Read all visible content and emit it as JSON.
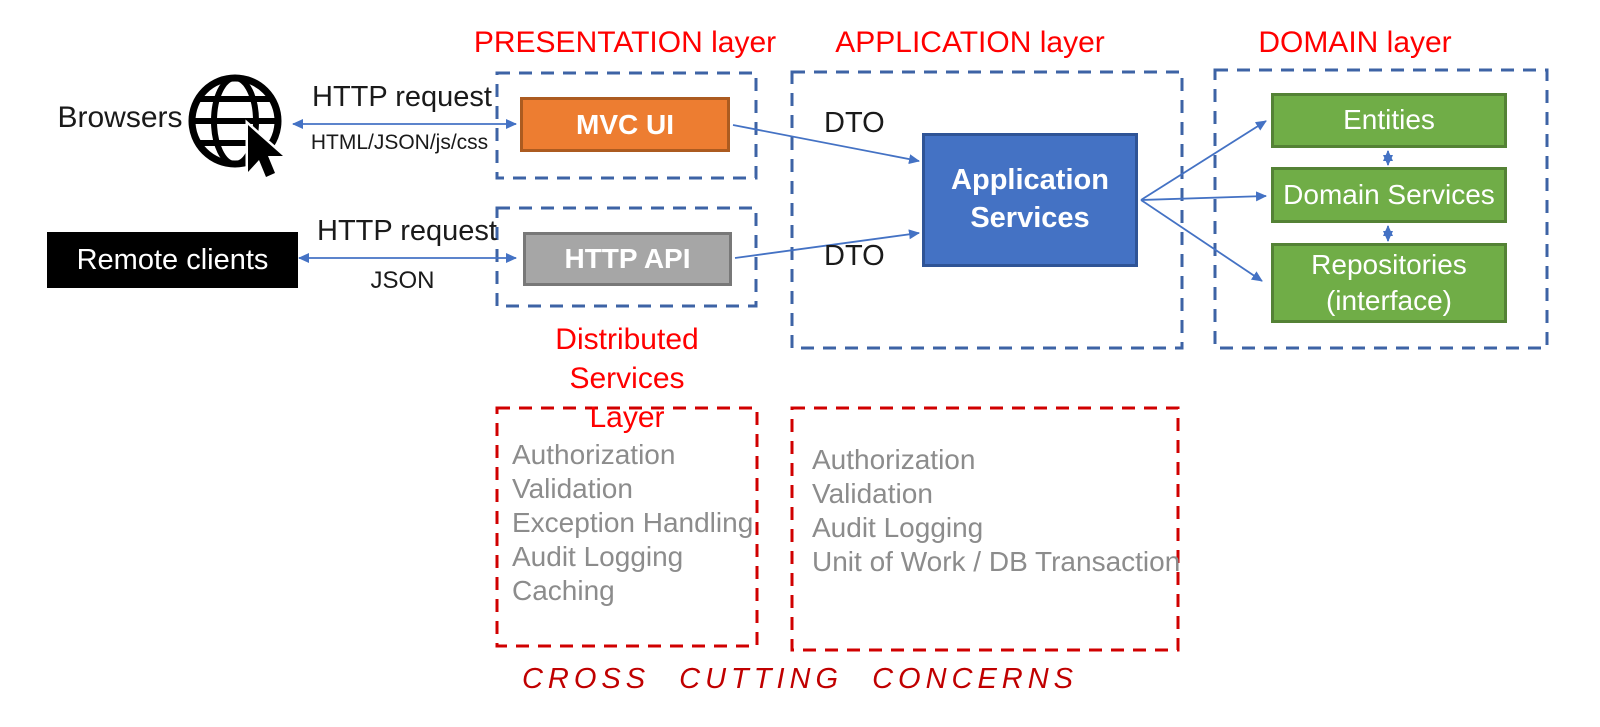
{
  "titles": {
    "presentation": "PRESENTATION layer",
    "application": "APPLICATION layer",
    "domain": "DOMAIN layer",
    "distributed_line1": "Distributed Services",
    "distributed_line2": "Layer",
    "cross_cutting": "CROSS CUTTING CONCERNS"
  },
  "actors": {
    "browsers": "Browsers",
    "remote_clients": "Remote clients"
  },
  "connections": {
    "browsers_request": "HTTP request",
    "browsers_response": "HTML/JSON/js/css",
    "remote_request": "HTTP request",
    "remote_response": "JSON",
    "dto_top": "DTO",
    "dto_bottom": "DTO"
  },
  "components": {
    "mvc_ui": "MVC UI",
    "http_api": "HTTP API",
    "application_services": "Application Services",
    "entities": "Entities",
    "domain_services": "Domain Services",
    "repositories": "Repositories (interface)"
  },
  "cross_cutting_concerns": {
    "distributed_layer": [
      "Authorization",
      "Validation",
      "Exception Handling",
      "Audit Logging",
      "Caching"
    ],
    "application_layer": [
      "Authorization",
      "Validation",
      "Audit Logging",
      "Unit of Work / DB Transaction"
    ]
  },
  "colors": {
    "layer_title_red": "#FF0000",
    "dashed_boundary_blue": "#3D63A5",
    "dashed_boundary_red": "#D00000",
    "arrow_blue": "#4472C4",
    "mvc_orange": "#ED7D31",
    "mvc_orange_border": "#AC5B20",
    "api_gray": "#A6A6A6",
    "app_services_blue": "#4472C4",
    "domain_green": "#70AD47",
    "domain_green_border": "#548235",
    "concern_text_gray": "#8C8C8C",
    "cross_cutting_red": "#C00000"
  }
}
